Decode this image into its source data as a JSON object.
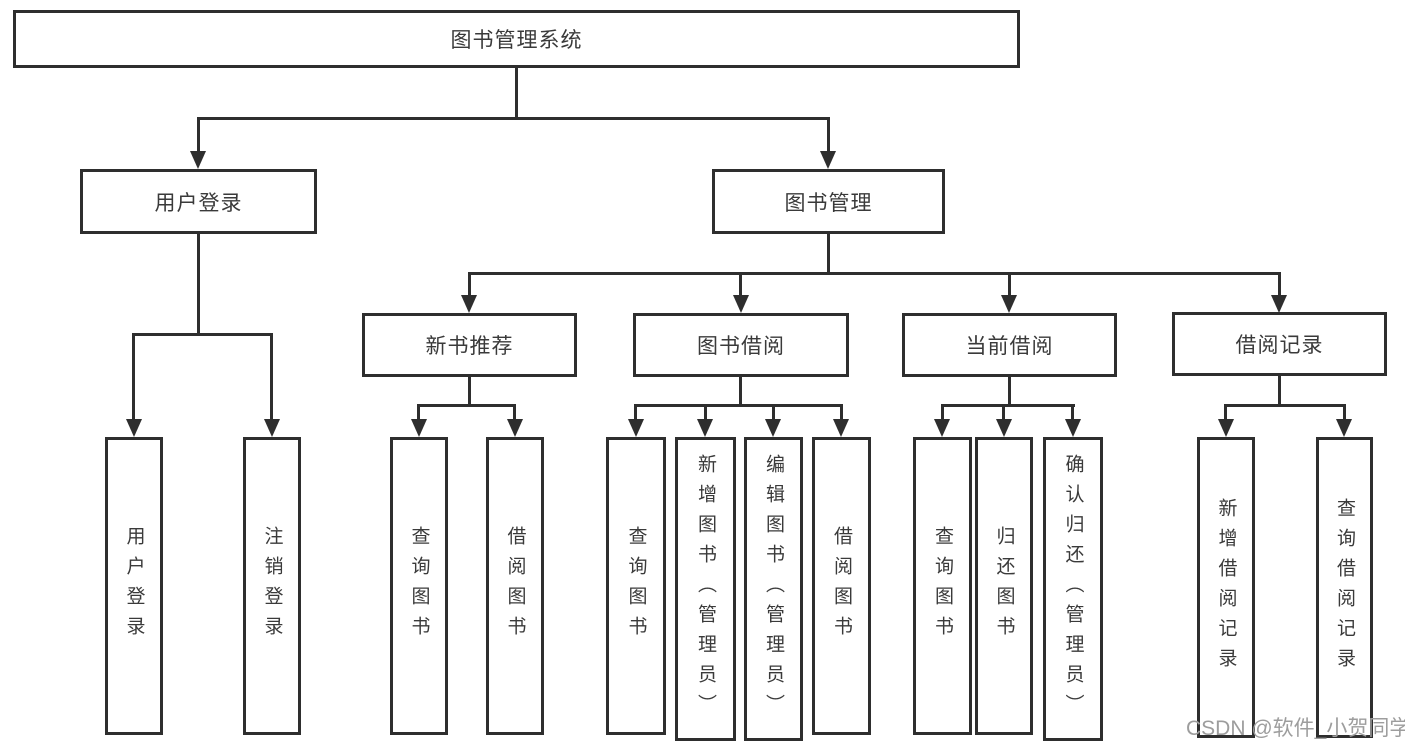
{
  "colors": {
    "line": "#2e2e2e",
    "box_border": "#2e2e2e",
    "box_fill": "#ffffff",
    "text": "#3a3a3a",
    "watermark": "#9d9d9d",
    "background": "#ffffff"
  },
  "watermark": "CSDN @软件_小贺同学",
  "tree": {
    "label": "图书管理系统",
    "children": [
      {
        "label": "用户登录",
        "children": [
          {
            "label": "用户登录"
          },
          {
            "label": "注销登录"
          }
        ]
      },
      {
        "label": "图书管理",
        "children": [
          {
            "label": "新书推荐",
            "children": [
              {
                "label": "查询图书"
              },
              {
                "label": "借阅图书"
              }
            ]
          },
          {
            "label": "图书借阅",
            "children": [
              {
                "label": "查询图书"
              },
              {
                "label": "新增图书（管理员）"
              },
              {
                "label": "编辑图书（管理员）"
              },
              {
                "label": "借阅图书"
              }
            ]
          },
          {
            "label": "当前借阅",
            "children": [
              {
                "label": "查询图书"
              },
              {
                "label": "归还图书"
              },
              {
                "label": "确认归还（管理员）"
              }
            ]
          },
          {
            "label": "借阅记录",
            "children": [
              {
                "label": "新增借阅记录"
              },
              {
                "label": "查询借阅记录"
              }
            ]
          }
        ]
      }
    ]
  }
}
